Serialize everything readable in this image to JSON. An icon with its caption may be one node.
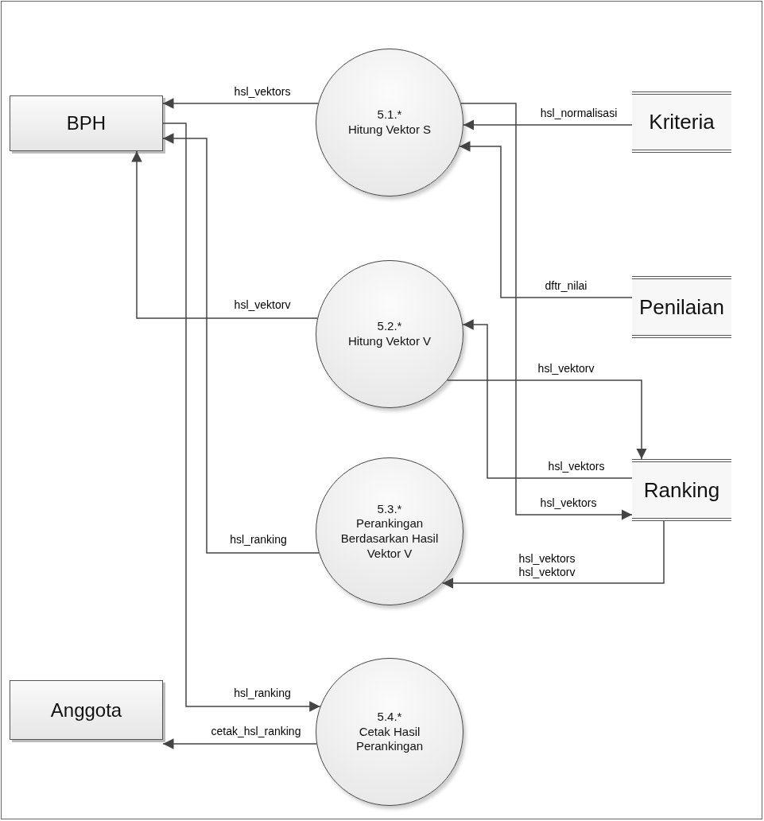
{
  "diagram": {
    "nodes": [
      {
        "text": [
          "BPH"
        ]
      },
      {
        "text": [
          "5.1.*",
          "Hitung Vektor S"
        ]
      },
      {
        "text": [
          "Kriteria"
        ]
      },
      {
        "text": [
          "Penilaian"
        ]
      },
      {
        "text": [
          "5.2.*",
          "Hitung Vektor V"
        ]
      },
      {
        "text": [
          "Ranking"
        ]
      },
      {
        "text": [
          "5.3.*",
          "Perankingan Berdasarkan Hasil Vektor V"
        ]
      },
      {
        "text": [
          "Anggota"
        ]
      },
      {
        "text": [
          "5.4.*",
          "Cetak Hasil Perankingan"
        ]
      }
    ],
    "edges": [
      {
        "from": 1,
        "to": 0,
        "arrow": "to",
        "label": "hsl_vektors"
      },
      {
        "from": 0,
        "to": 8,
        "arrow": "to",
        "label": "hsl_ranking"
      },
      {
        "from": 6,
        "to": 0,
        "arrow": "to",
        "label": "hsl_ranking"
      },
      {
        "from": 4,
        "to": 0,
        "arrow": "to",
        "label": "hsl_vektorv"
      },
      {
        "from": 2,
        "to": 1,
        "arrow": "to",
        "label": "hsl_normalisasi"
      },
      {
        "from": 3,
        "to": 1,
        "arrow": "to",
        "label": "dftr_nilai"
      },
      {
        "from": 1,
        "to": 5,
        "arrow": "to",
        "label": "hsl_vektors"
      },
      {
        "from": 4,
        "to": 5,
        "arrow": "to",
        "label": "hsl_vektorv"
      },
      {
        "from": 5,
        "to": 4,
        "arrow": "to",
        "label": "hsl_vektors"
      },
      {
        "from": 5,
        "to": 6,
        "arrow": "to",
        "label": "hsl_vektors hsl_vektorv"
      },
      {
        "from": 8,
        "to": 7,
        "arrow": "to",
        "label": "cetak_hsl_ranking"
      }
    ]
  }
}
